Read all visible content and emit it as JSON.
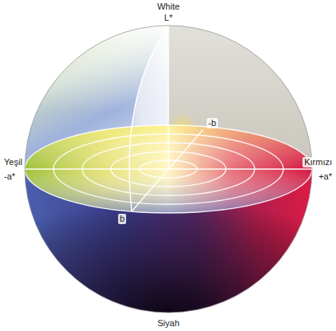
{
  "diagram": {
    "labels": [
      "White",
      "L*",
      "-b",
      "Yeşil",
      "-a*",
      "Kırmızı",
      "+a*",
      "b",
      "Siyah"
    ]
  }
}
